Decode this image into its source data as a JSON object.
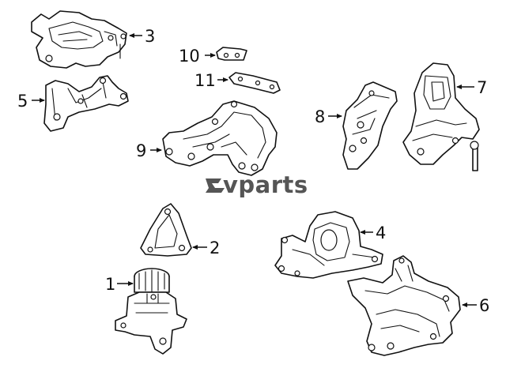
{
  "watermark": {
    "text": "vparts"
  },
  "callouts": [
    {
      "id": "1",
      "label": "1"
    },
    {
      "id": "2",
      "label": "2"
    },
    {
      "id": "3",
      "label": "3"
    },
    {
      "id": "4",
      "label": "4"
    },
    {
      "id": "5",
      "label": "5"
    },
    {
      "id": "6",
      "label": "6"
    },
    {
      "id": "7",
      "label": "7"
    },
    {
      "id": "8",
      "label": "8"
    },
    {
      "id": "9",
      "label": "9"
    },
    {
      "id": "10",
      "label": "10"
    },
    {
      "id": "11",
      "label": "11"
    }
  ]
}
